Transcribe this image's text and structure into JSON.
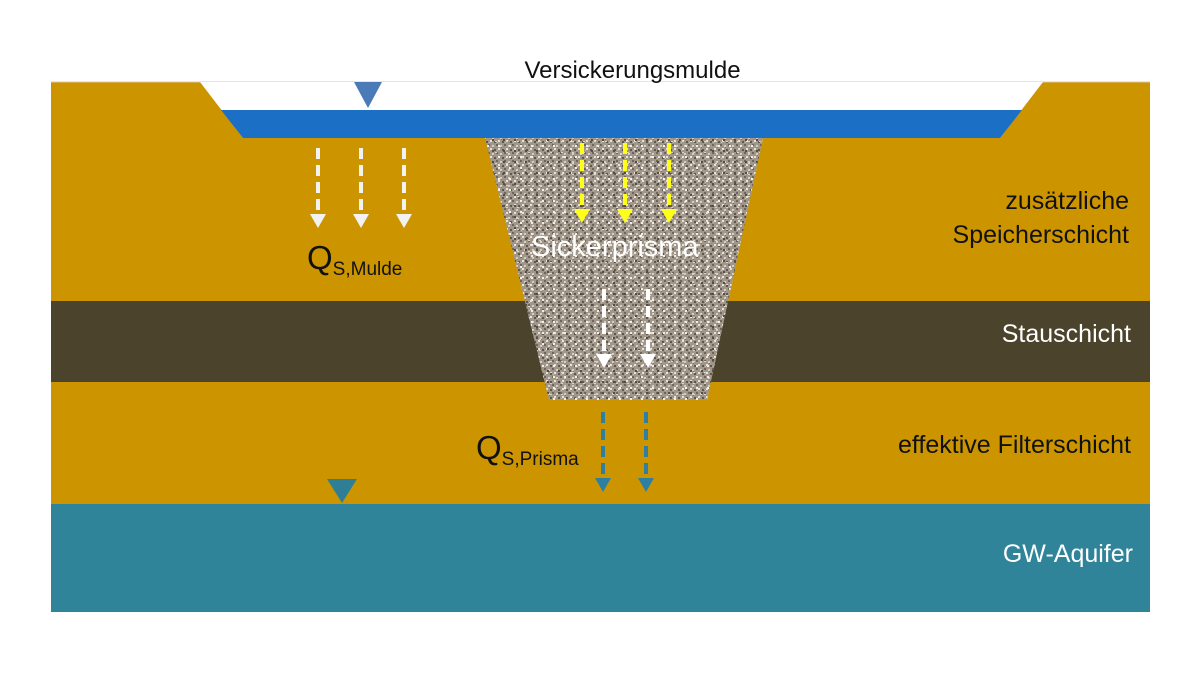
{
  "title": "Versickerungsmulde",
  "layers": {
    "speicher_line1": "zusätzliche",
    "speicher_line2": "Speicherschicht",
    "stau": "Stauschicht",
    "filter": "effektive Filterschicht",
    "aquifer": "GW-Aquifer"
  },
  "prism_label": "Sickerprisma",
  "flows": {
    "mulde": {
      "symbol": "Q",
      "subscript": "S,Mulde"
    },
    "prisma": {
      "symbol": "Q",
      "subscript": "S,Prisma"
    }
  },
  "colors": {
    "soil": "#cc9500",
    "stau": "#4b432b",
    "aquifer": "#2f8499",
    "water": "#1b6fc4",
    "water_marker": "#4a7ab8",
    "gw_marker": "#2e7f95",
    "arrow_white": "#f2f2f2",
    "arrow_yellow": "#ffff1a",
    "arrow_blue": "#2f7fa0",
    "gravel": "#a0968a"
  }
}
